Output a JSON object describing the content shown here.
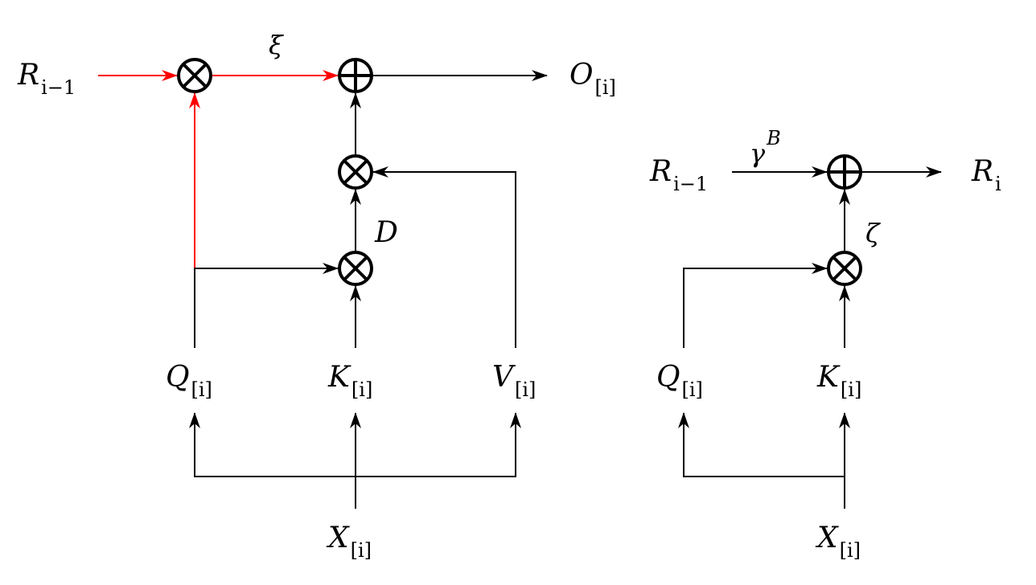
{
  "colors": {
    "recurrent": "#ff0000",
    "default": "#000000",
    "background": "#ffffff"
  },
  "left_diagram": {
    "inputs": {
      "R_prev": {
        "base": "R",
        "sub": "i−1"
      },
      "X": {
        "base": "X",
        "sub": "[i]"
      },
      "Q": {
        "base": "Q",
        "sub": "[i]"
      },
      "K": {
        "base": "K",
        "sub": "[i]"
      },
      "V": {
        "base": "V",
        "sub": "[i]"
      }
    },
    "output": {
      "base": "O",
      "sub": "[i]"
    },
    "edge_labels": {
      "xi": "ξ",
      "D": "D"
    },
    "nodes": [
      "multiply",
      "add",
      "multiply",
      "multiply"
    ]
  },
  "right_diagram": {
    "inputs": {
      "R_prev": {
        "base": "R",
        "sub": "i−1"
      },
      "X": {
        "base": "X",
        "sub": "[i]"
      },
      "Q": {
        "base": "Q",
        "sub": "[i]"
      },
      "K": {
        "base": "K",
        "sub": "[i]"
      }
    },
    "output": {
      "base": "R",
      "sub": "i"
    },
    "edge_labels": {
      "gamma": "γ",
      "gamma_sup": "B",
      "zeta": "ζ"
    },
    "nodes": [
      "add",
      "multiply"
    ]
  }
}
